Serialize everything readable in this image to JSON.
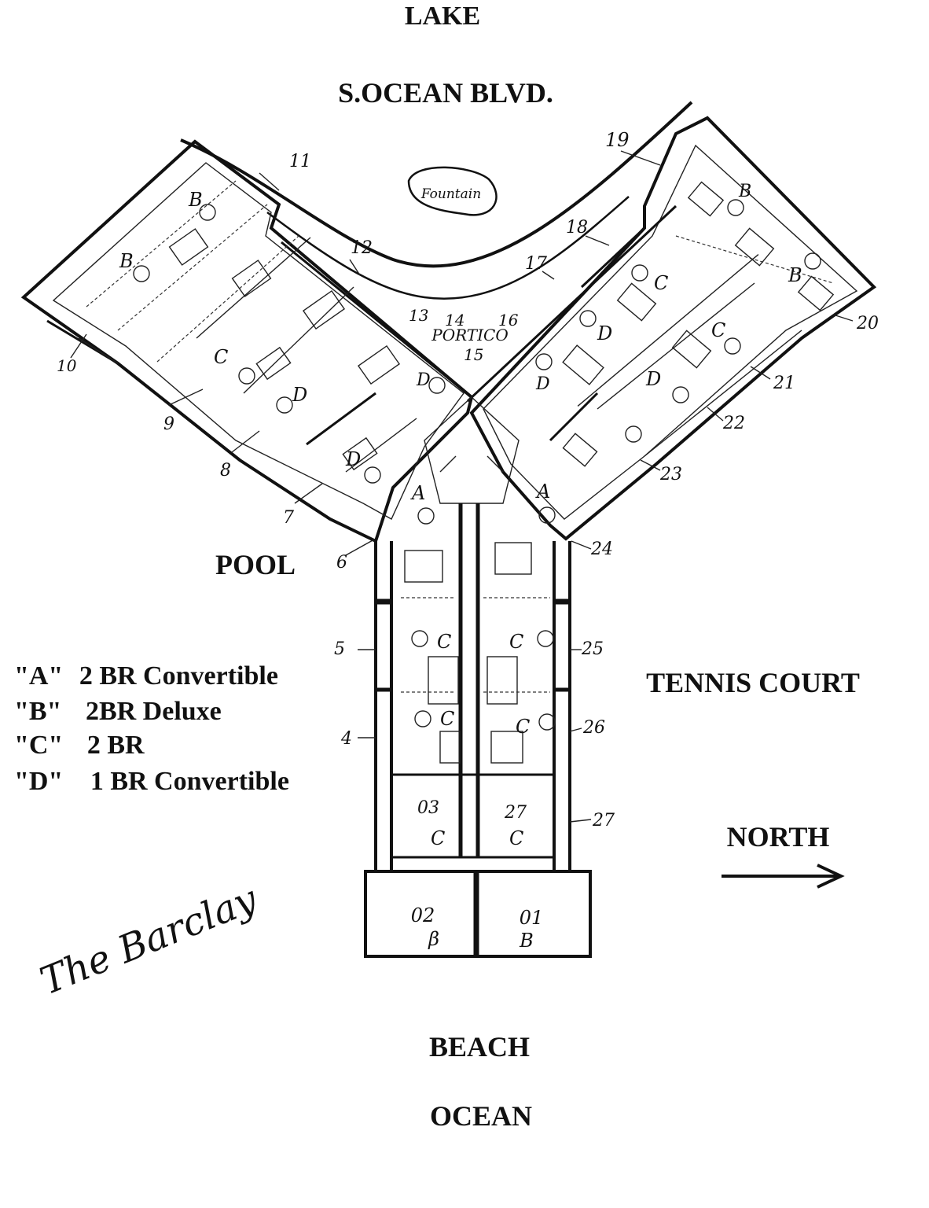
{
  "labels": {
    "lake": "LAKE",
    "boulevard": "S.OCEAN BLVD.",
    "fountain": "Fountain",
    "portico": "PORTICO",
    "pool": "POOL",
    "tennis_court": "TENNIS COURT",
    "north": "NORTH",
    "beach": "BEACH",
    "ocean": "OCEAN",
    "signature": "The Barclay"
  },
  "legend": [
    {
      "code": "\"A\"",
      "text": "2 BR Convertible"
    },
    {
      "code": "\"B\"",
      "text": "2BR  Deluxe"
    },
    {
      "code": "\"C\"",
      "text": "2 BR"
    },
    {
      "code": "\"D\"",
      "text": "1 BR Convertible"
    }
  ],
  "unit_numbers": [
    "1",
    "2",
    "3",
    "4",
    "5",
    "6",
    "7",
    "8",
    "9",
    "10",
    "11",
    "12",
    "13",
    "14",
    "15",
    "16",
    "17",
    "18",
    "19",
    "20",
    "21",
    "22",
    "23",
    "24",
    "25",
    "26",
    "27"
  ],
  "unit_types": {
    "u02": "β",
    "u01": "B",
    "u03_label": "03",
    "u27_label": "27",
    "u02_label": "02",
    "u01_label": "01"
  },
  "colors": {
    "ink": "#111111",
    "paper": "#ffffff"
  }
}
